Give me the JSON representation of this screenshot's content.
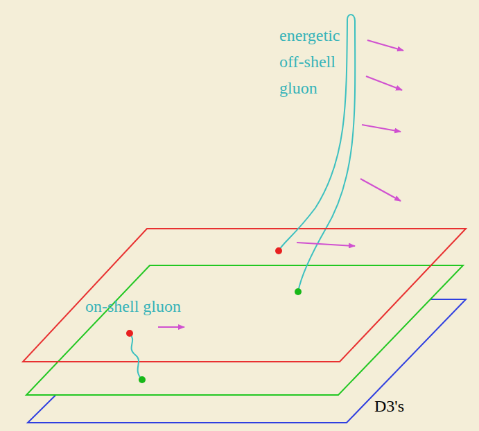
{
  "diagram": {
    "labels": [
      "energetic off-shell gluon",
      "on-shell gluon",
      "D3's"
    ]
  }
}
